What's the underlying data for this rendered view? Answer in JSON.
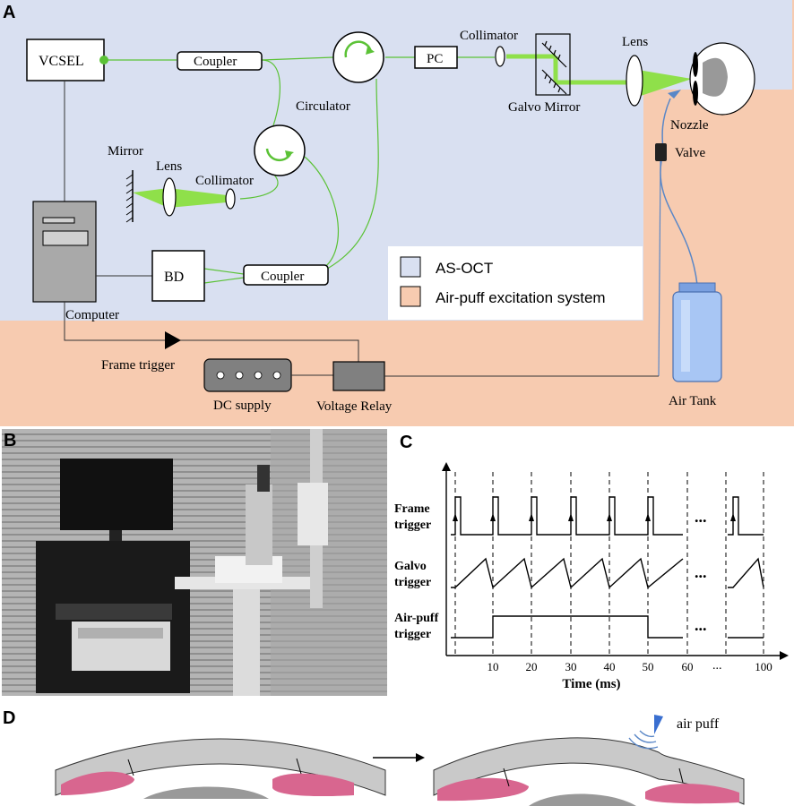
{
  "panels": {
    "a": "A",
    "b": "B",
    "c": "C",
    "d": "D"
  },
  "colors": {
    "oct_bg": "#d9e0f1",
    "airpuff_bg": "#f7cbb0",
    "fiber_green": "#5bc236",
    "beam_green": "#8fe04a",
    "tube_blue": "#5a87c7",
    "cornea_gray": "#c9c9c9",
    "iris_pink": "#d8668f"
  },
  "panel_a": {
    "vcsel": "VCSEL",
    "coupler_top": "Coupler",
    "circulator_top": "Circulator",
    "pc": "PC",
    "collimator_top": "Collimator",
    "galvo": "Galvo Mirror",
    "lens_right": "Lens",
    "nozzle": "Nozzle",
    "valve": "Valve",
    "mirror": "Mirror",
    "lens_ref": "Lens",
    "collimator_ref": "Collimator",
    "bd": "BD",
    "coupler_bottom": "Coupler",
    "computer": "Computer",
    "frame_trigger": "Frame trigger",
    "dc_supply": "DC supply",
    "voltage_relay": "Voltage Relay",
    "air_tank": "Air Tank",
    "legend": {
      "oct": "AS-OCT",
      "airpuff": "Air-puff excitation system"
    }
  },
  "panel_c": {
    "row_frame": [
      "Frame",
      "trigger"
    ],
    "row_galvo": [
      "Galvo",
      "trigger"
    ],
    "row_airpuff": [
      "Air-puff",
      "trigger"
    ],
    "ellipsis": "...",
    "x_ticks": [
      "10",
      "20",
      "30",
      "40",
      "50",
      "60",
      "100"
    ],
    "x_label": "Time (ms)"
  },
  "panel_d": {
    "air_puff": "air puff"
  }
}
